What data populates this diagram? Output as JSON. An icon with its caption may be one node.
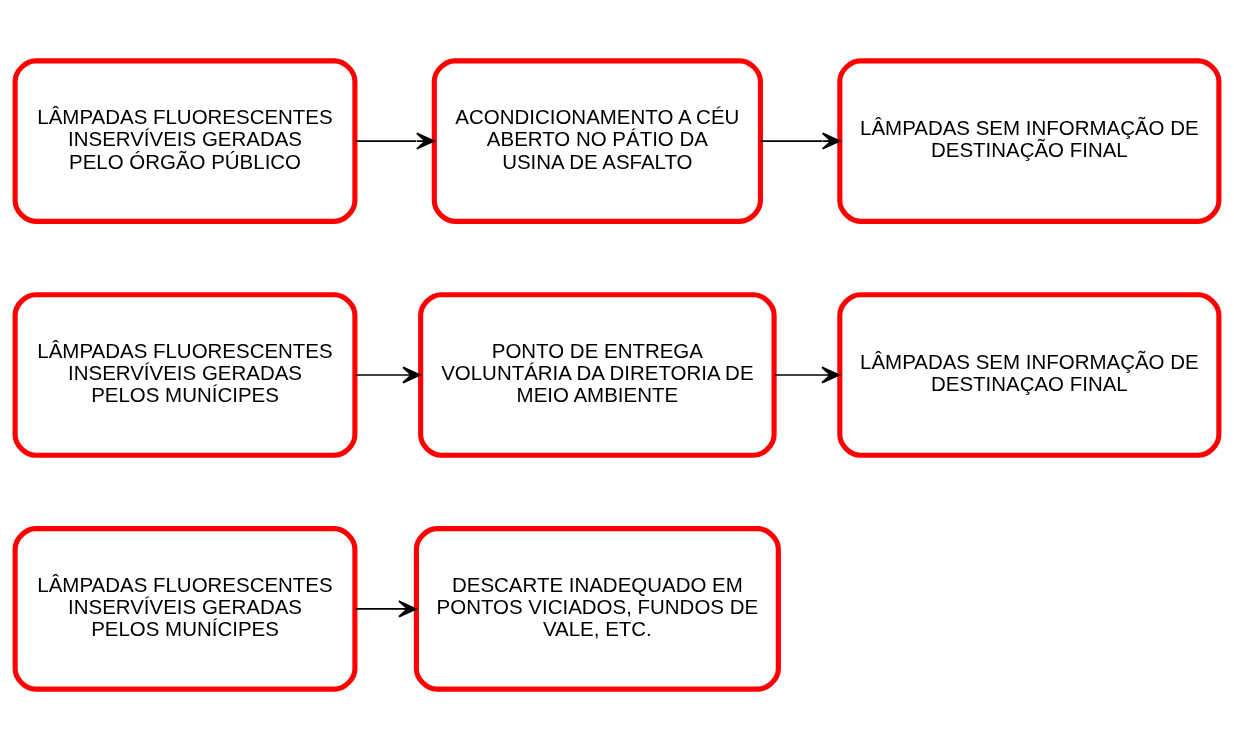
{
  "diagram": {
    "nodes": [
      {
        "text": [
          "LÂMPADAS FLUORESCENTES INSERVÍVEIS GERADAS PELO ÓRGÃO PÚBLICO"
        ]
      },
      {
        "text": [
          "ACONDICIONAMENTO A CÉU ABERTO NO PÁTIO DA USINA DE ASFALTO"
        ]
      },
      {
        "text": [
          "LÂMPADAS SEM INFORMAÇÃO DE DESTINAÇÃO FINAL"
        ]
      },
      {
        "text": [
          "LÂMPADAS FLUORESCENTES INSERVÍVEIS GERADAS PELOS MUNÍCIPES"
        ]
      },
      {
        "text": [
          "PONTO DE ENTREGA VOLUNTÁRIA DA DIRETORIA DE MEIO AMBIENTE"
        ]
      },
      {
        "text": [
          "LÂMPADAS SEM INFORMAÇÃO DE DESTINAÇAO FINAL"
        ]
      },
      {
        "text": [
          "LÂMPADAS FLUORESCENTES INSERVÍVEIS GERADAS PELOS MUNÍCIPES"
        ]
      },
      {
        "text": [
          "DESCARTE INADEQUADO EM PONTOS VICIADOS, FUNDOS DE VALE, ETC."
        ]
      }
    ],
    "edges": [
      {
        "from": 0,
        "to": 1,
        "arrow": "to"
      },
      {
        "from": 1,
        "to": 2,
        "arrow": "to"
      },
      {
        "from": 3,
        "to": 4,
        "arrow": "to"
      },
      {
        "from": 4,
        "to": 5,
        "arrow": "to"
      },
      {
        "from": 6,
        "to": 7,
        "arrow": "to"
      }
    ]
  }
}
